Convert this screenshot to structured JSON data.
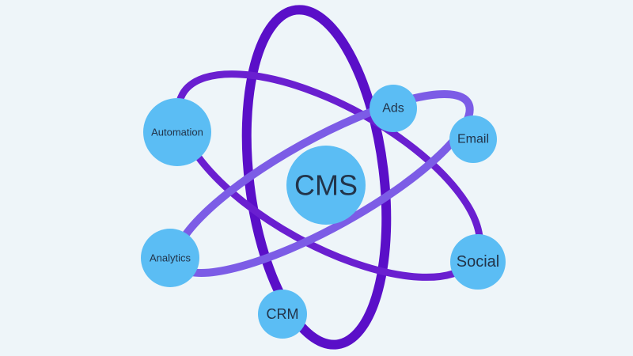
{
  "diagram": {
    "center_label": "CMS",
    "nodes": {
      "ads": "Ads",
      "email": "Email",
      "automation": "Automation",
      "analytics": "Analytics",
      "social": "Social",
      "crm": "CRM"
    }
  },
  "colors": {
    "background": "#eef5f9",
    "node_fill": "#5bbdf4",
    "node_text": "#22344a",
    "orbit_dark": "#5a0fc8",
    "orbit_mid": "#6a1fd0",
    "orbit_light": "#7c5ce6"
  }
}
